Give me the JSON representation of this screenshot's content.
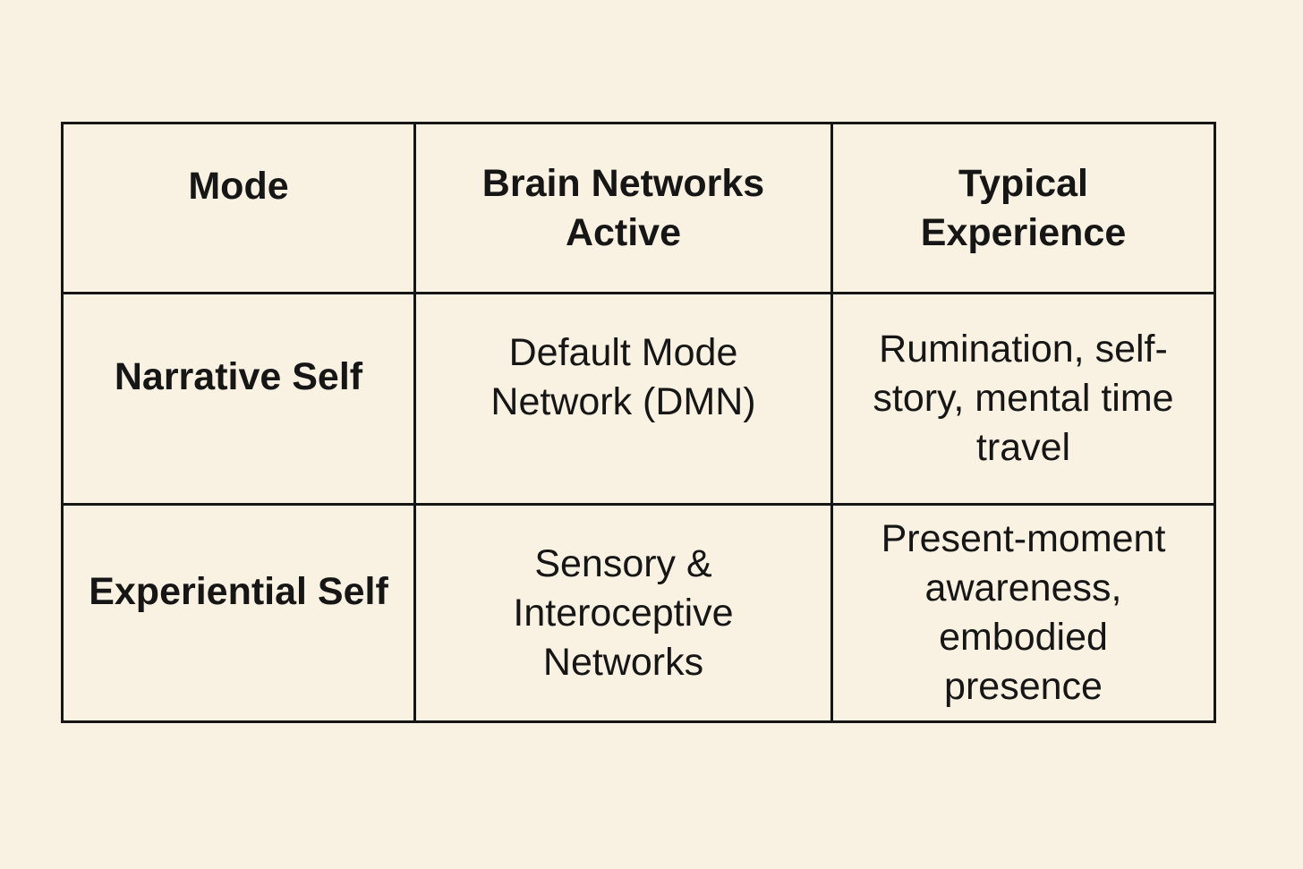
{
  "colors": {
    "background": "#f9f1e1",
    "border": "#161616",
    "text": "#161616"
  },
  "chart_data": {
    "type": "table",
    "title": "",
    "columns": [
      "Mode",
      "Brain Networks Active",
      "Typical Experience"
    ],
    "rows": [
      [
        "Narrative Self",
        "Default Mode Network (DMN)",
        "Rumination, self-story, mental time travel"
      ],
      [
        "Experiential Self",
        "Sensory & Interoceptive Networks",
        "Present-moment awareness, embodied presence"
      ]
    ]
  }
}
